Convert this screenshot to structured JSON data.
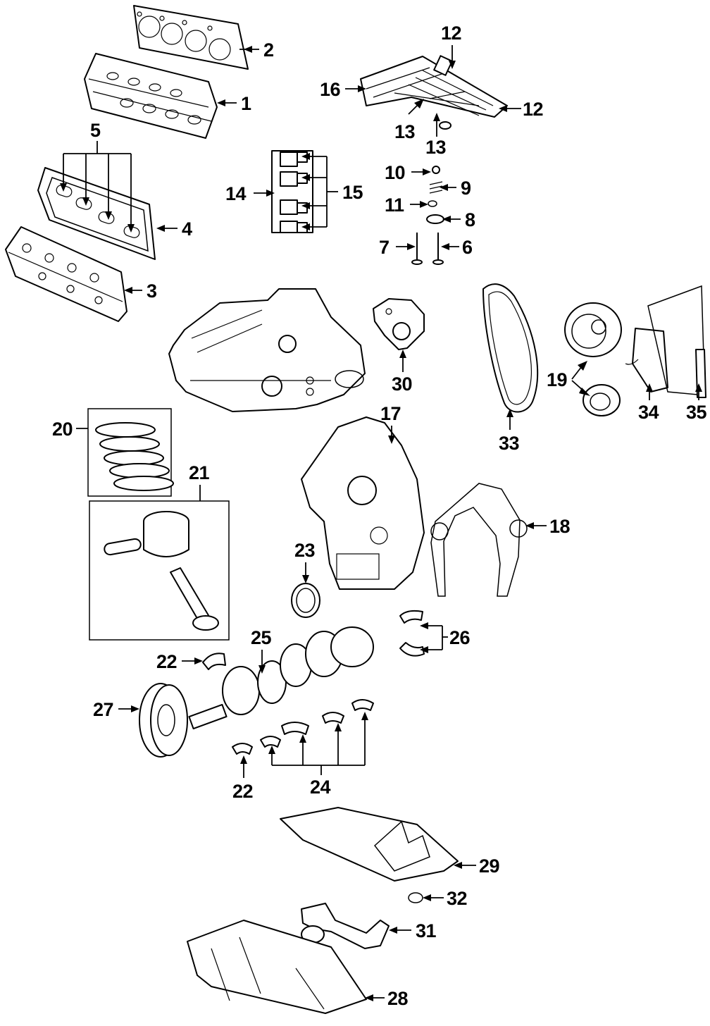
{
  "callouts": {
    "c1": "1",
    "c2": "2",
    "c3": "3",
    "c4": "4",
    "c5": "5",
    "c6": "6",
    "c7": "7",
    "c8": "8",
    "c9": "9",
    "c10": "10",
    "c11": "11",
    "c12a": "12",
    "c12b": "12",
    "c13a": "13",
    "c13b": "13",
    "c14": "14",
    "c15": "15",
    "c16": "16",
    "c17": "17",
    "c18": "18",
    "c19": "19",
    "c20": "20",
    "c21": "21",
    "c22a": "22",
    "c22b": "22",
    "c23": "23",
    "c24": "24",
    "c25": "25",
    "c26": "26",
    "c27": "27",
    "c28": "28",
    "c29": "29",
    "c30": "30",
    "c31": "31",
    "c32": "32",
    "c33": "33",
    "c34": "34",
    "c35": "35"
  }
}
